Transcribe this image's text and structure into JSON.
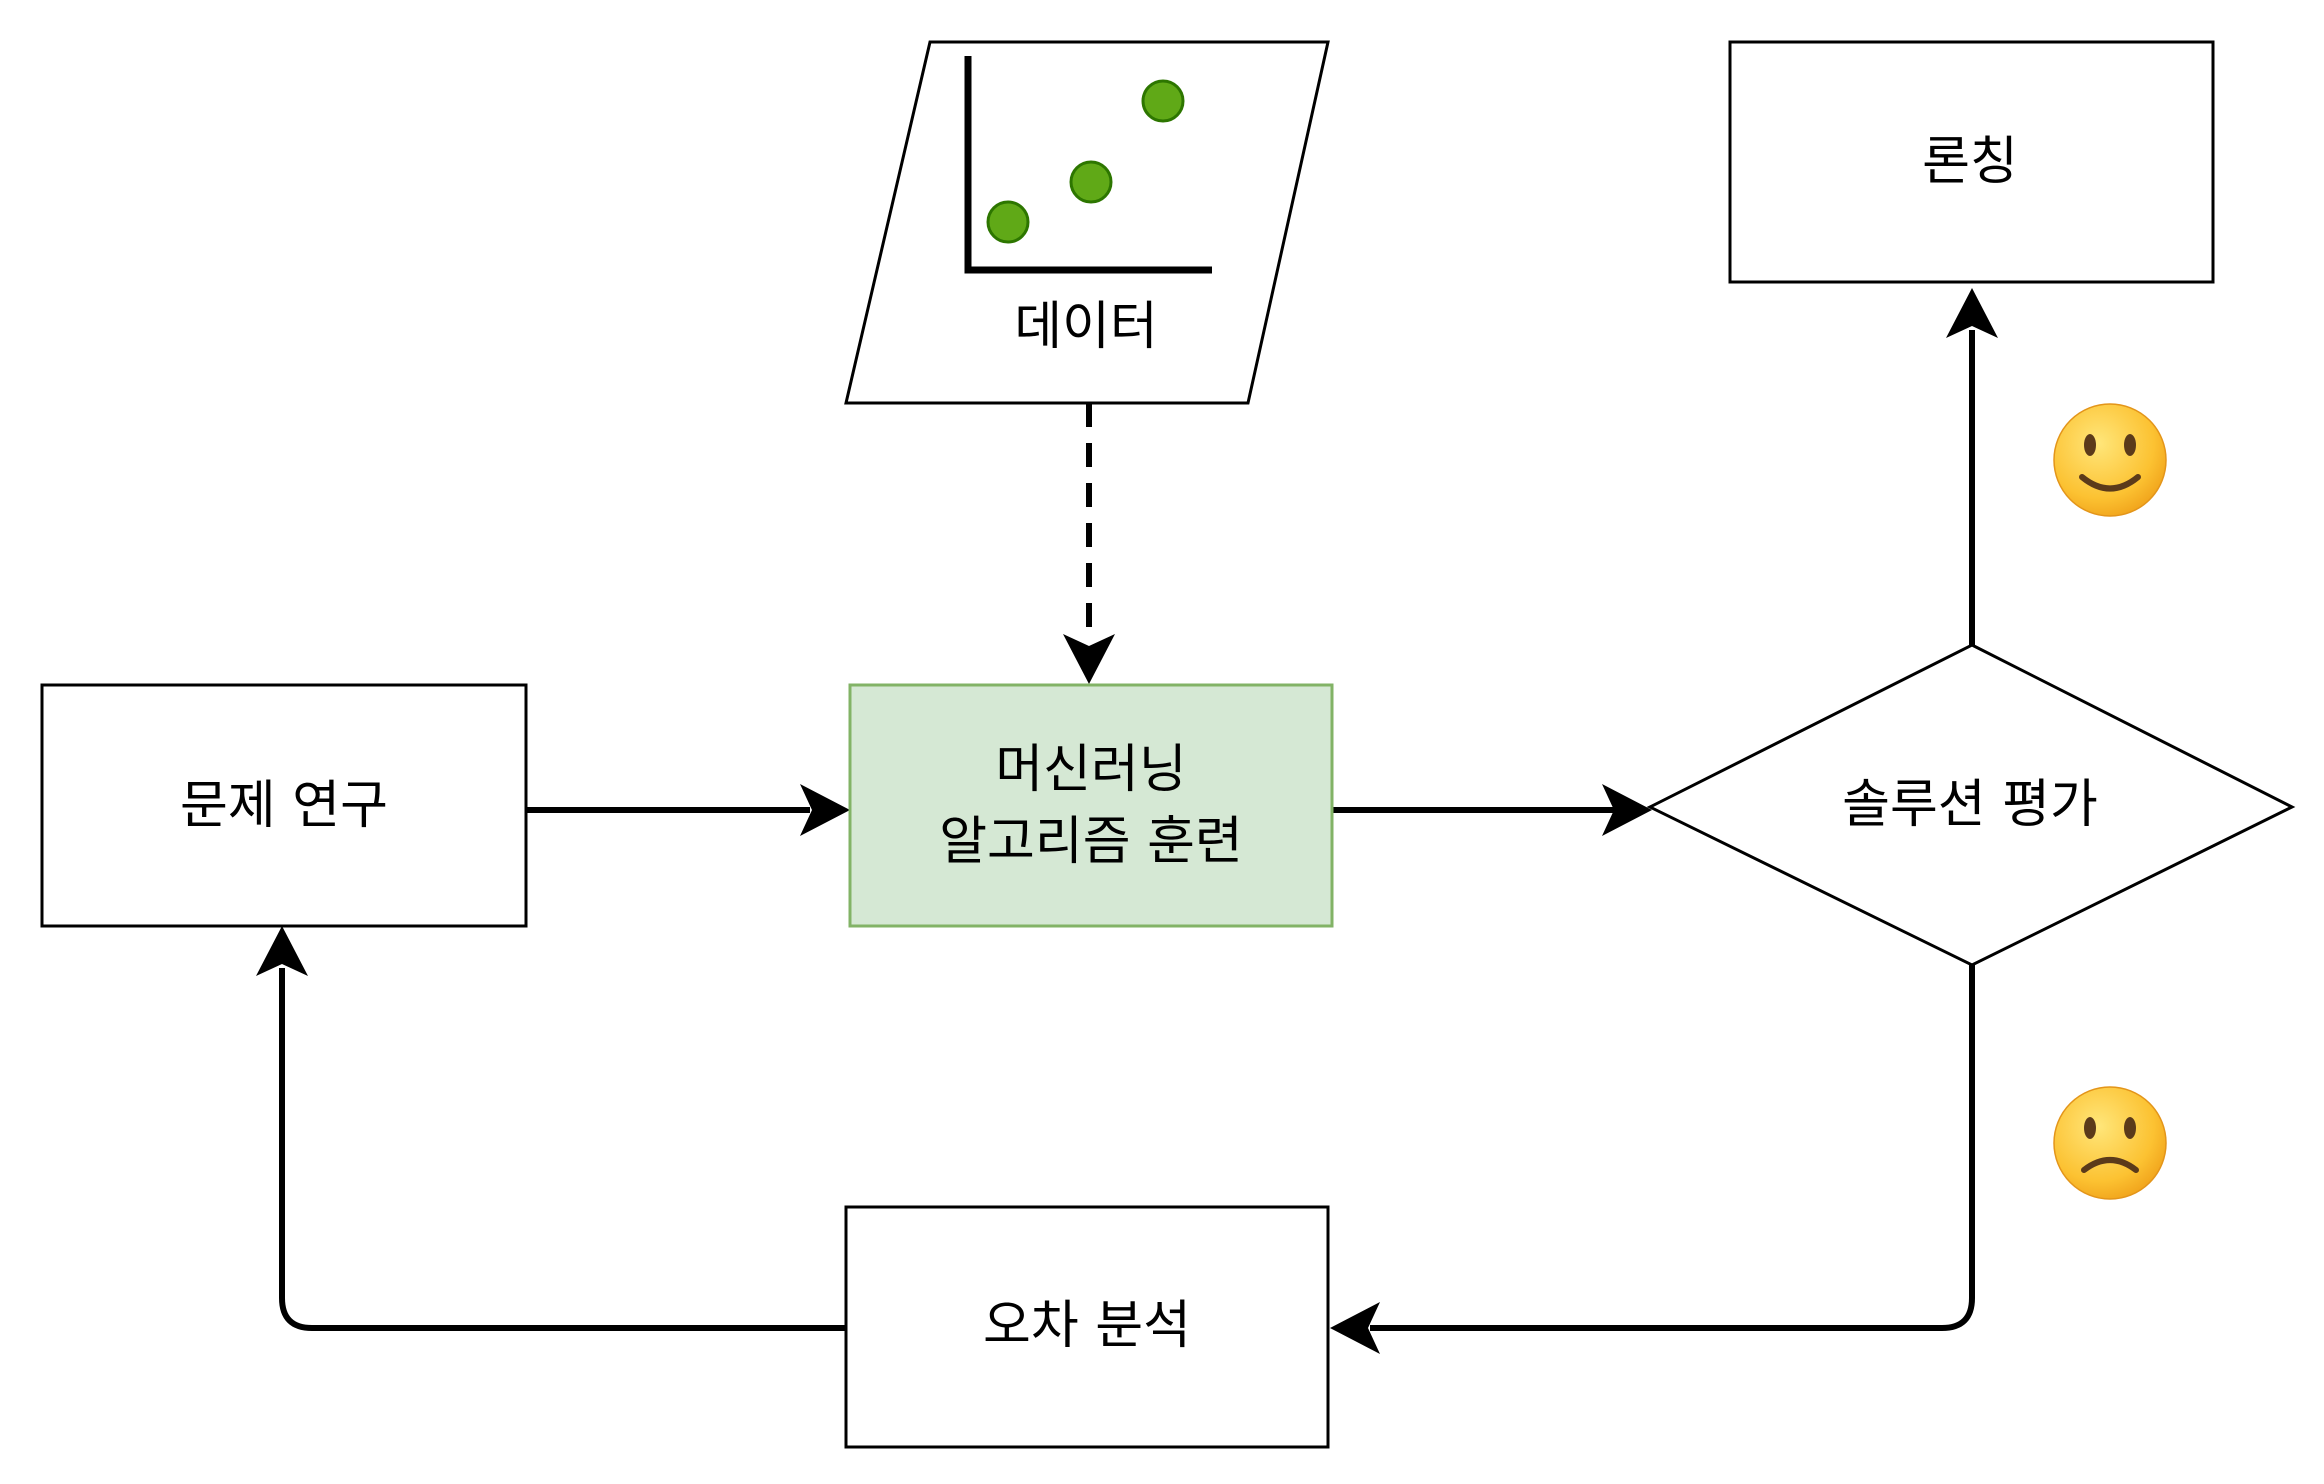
{
  "nodes": {
    "problem_study": {
      "label": "문제 연구"
    },
    "ml_training": {
      "line1": "머신러닝",
      "line2": "알고리즘 훈련"
    },
    "data": {
      "label": "데이터"
    },
    "evaluate": {
      "label": "솔루션 평가"
    },
    "launch": {
      "label": "론칭"
    },
    "error_analysis": {
      "label": "오차 분석"
    }
  },
  "icons": {
    "happy": "slightly-smiling-face",
    "sad": "slightly-frowning-face"
  },
  "colors": {
    "stroke": "#000000",
    "training_fill": "#d5e8d4",
    "training_stroke": "#82b366",
    "data_point": "#60a917",
    "data_point_stroke": "#2d7600",
    "emoji_face": "#fbc02d"
  }
}
